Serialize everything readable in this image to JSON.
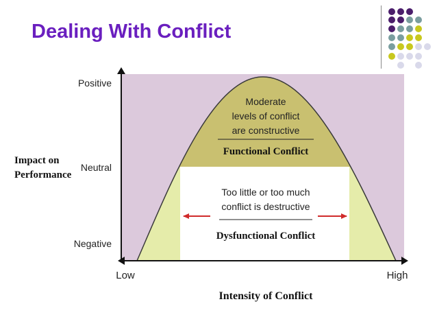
{
  "slide": {
    "title": "Dealing With Conflict"
  },
  "decor": {
    "dot_colors": [
      "#4a1d6b",
      "#7a9e9f",
      "#c8c81e",
      "#d9d9ea"
    ]
  },
  "diagram": {
    "y_axis": {
      "title_line1": "Impact on",
      "title_line2": "Performance",
      "ticks": [
        "Positive",
        "Neutral",
        "Negative"
      ]
    },
    "x_axis": {
      "title": "Intensity of Conflict",
      "low": "Low",
      "high": "High"
    },
    "functional": {
      "line1": "Moderate",
      "line2": "levels of conflict",
      "line3": "are constructive",
      "label": "Functional Conflict"
    },
    "dysfunctional": {
      "line1": "Too little or too much",
      "line2": "conflict is destructive",
      "label": "Dysfunctional Conflict"
    },
    "colors": {
      "background": "#dcc9dc",
      "functional_fill": "#c9c070",
      "outer_fill": "#e5ecaa",
      "arrow": "#d02a2a"
    }
  }
}
